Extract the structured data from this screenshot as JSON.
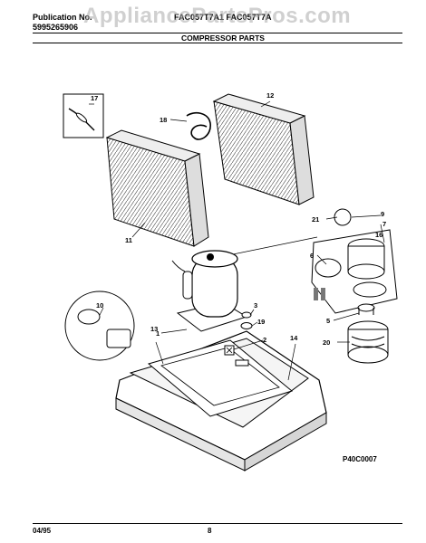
{
  "header": {
    "publication_label": "Publication No.",
    "publication_number": "5995265906",
    "model": "FAC057T7A1 FAC057T7A",
    "section_title": "COMPRESSOR PARTS",
    "watermark": "AppliancePartsPros.com"
  },
  "diagram": {
    "code": "P40C0007",
    "callouts": {
      "c1": "1",
      "c2": "2",
      "c3": "3",
      "c5": "5",
      "c6": "6",
      "c7": "7",
      "c9": "9",
      "c10": "10",
      "c11": "11",
      "c12": "12",
      "c13": "13",
      "c14": "14",
      "c16": "16",
      "c17": "17",
      "c18": "18",
      "c19": "19",
      "c20": "20",
      "c21": "21"
    }
  },
  "footer": {
    "date": "04/95",
    "page": "8"
  }
}
